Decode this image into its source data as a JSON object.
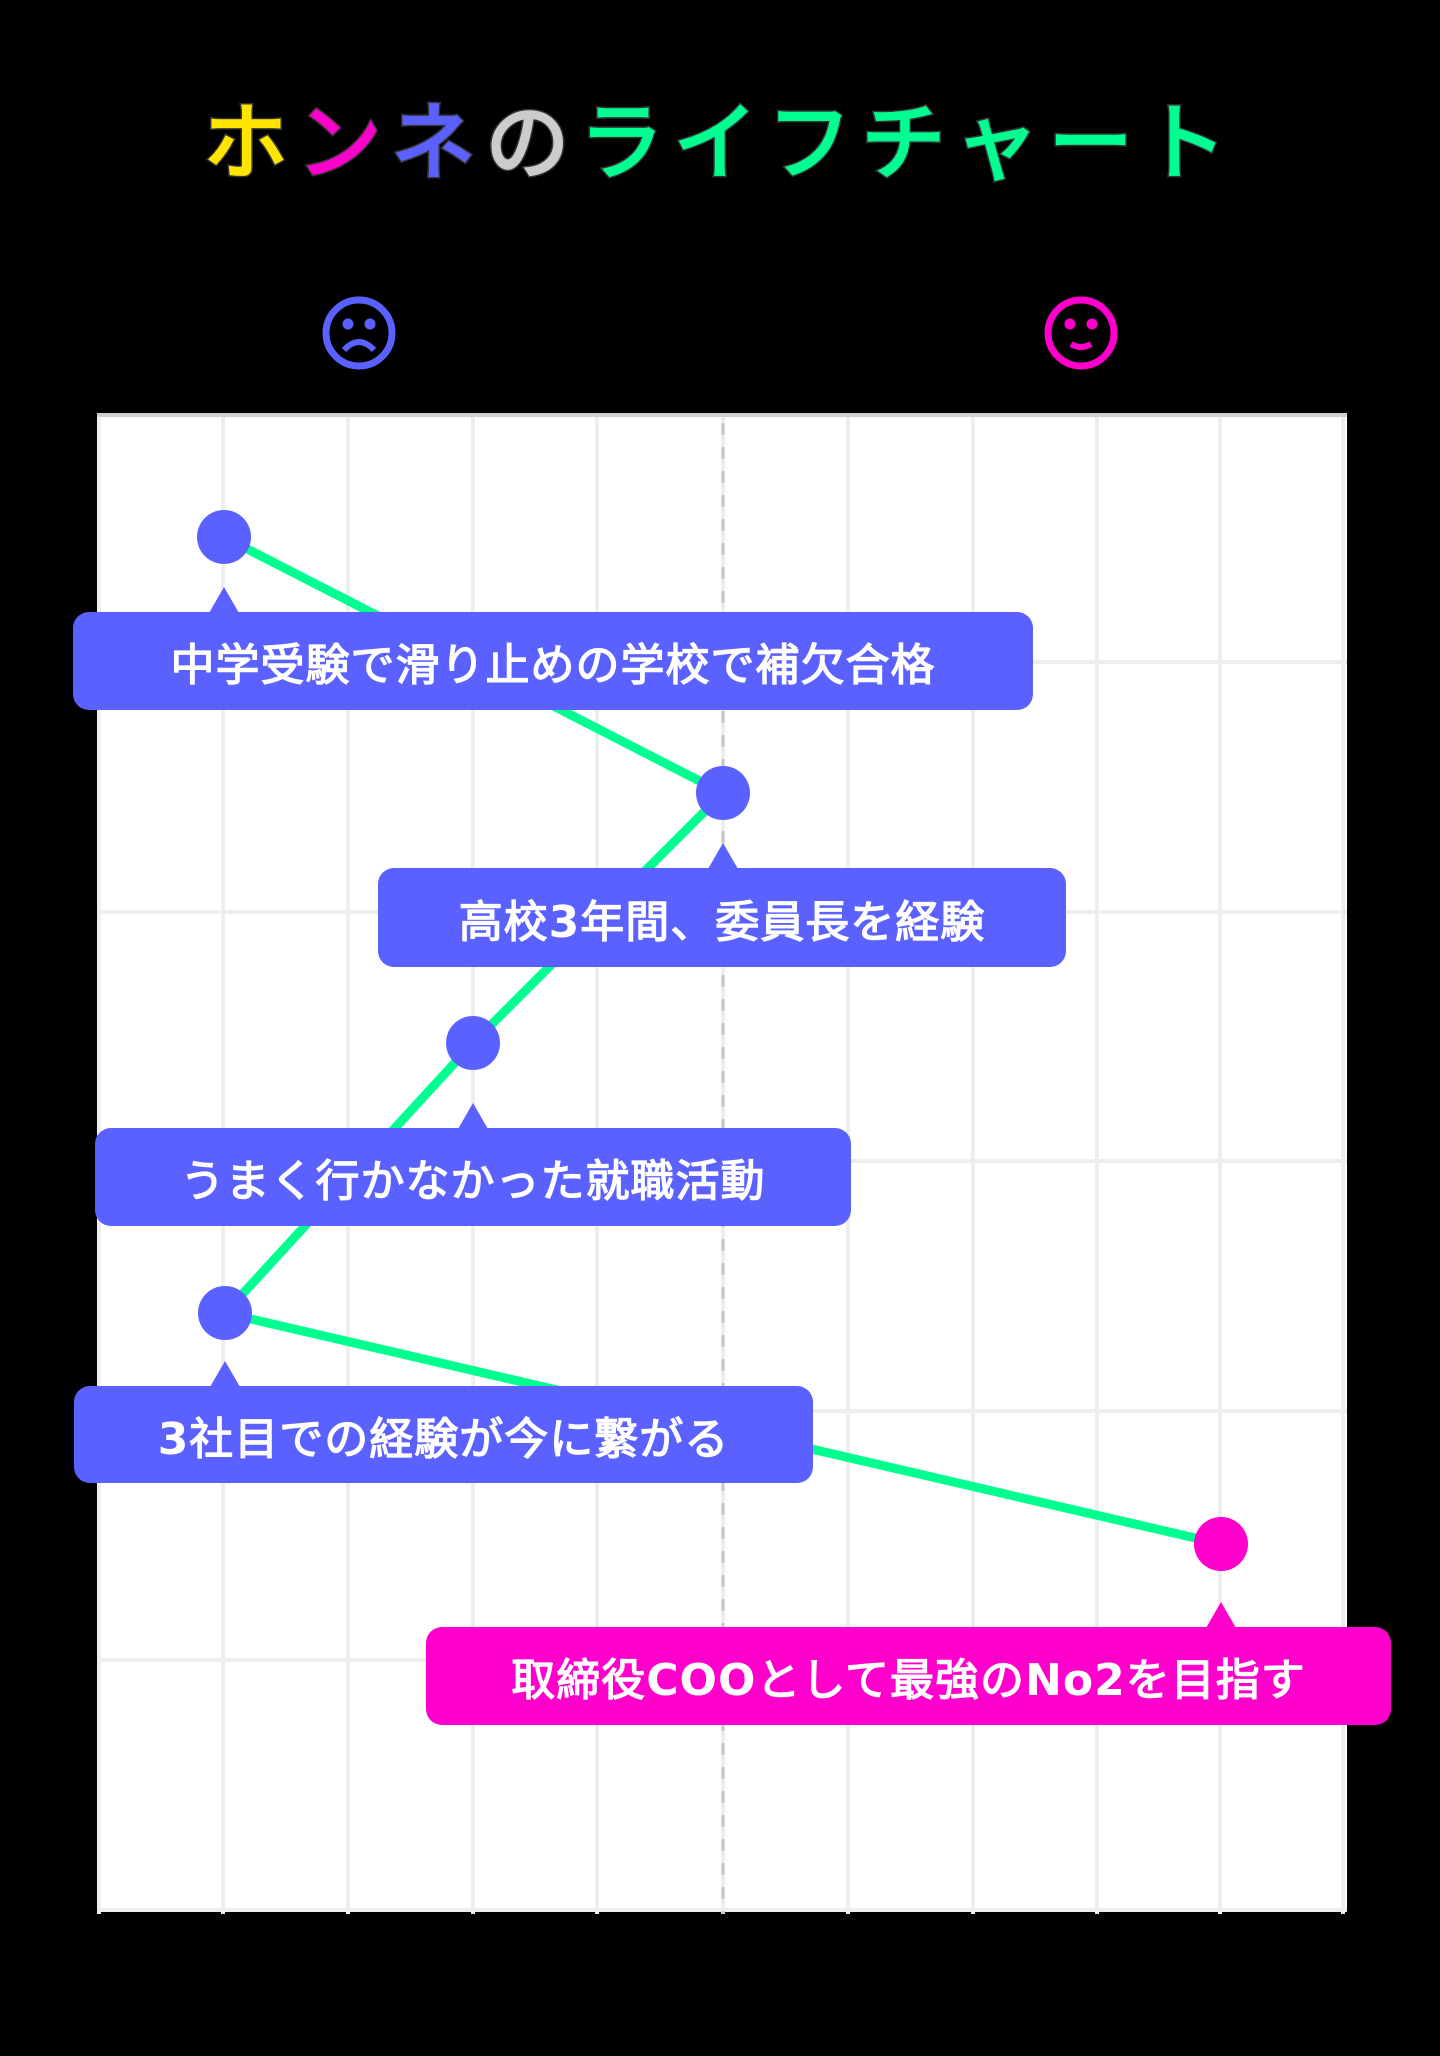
{
  "title": {
    "parts": [
      {
        "text": "ホ",
        "color": "#FFE500"
      },
      {
        "text": "ン",
        "color": "#FF00CC"
      },
      {
        "text": "ネ",
        "color": "#5B61FF"
      },
      {
        "text": "の",
        "color": "#CCCCCC"
      },
      {
        "text": "ライフチャート",
        "color": "#00FF90"
      }
    ]
  },
  "axis_icons": {
    "left": {
      "name": "sad-face-icon",
      "color": "#5B61FF"
    },
    "right": {
      "name": "happy-face-icon",
      "color": "#FF00CC"
    }
  },
  "colors": {
    "line": "#00FF90",
    "point_default": "#5B61FF",
    "point_highlight": "#FF00CC",
    "grid": "#EEEEEE",
    "center_line": "#C8C8C8",
    "background": "#000000",
    "plot_background": "#FFFFFF"
  },
  "events": [
    {
      "label": "中学受験で滑り止めの学校で補欠合格"
    },
    {
      "label": "高校3年間、委員長を経験"
    },
    {
      "label": "うまく行かなかった就職活動"
    },
    {
      "label": "3社目での経験が今に繋がる"
    },
    {
      "label": "取締役COOとして最強のNo2を目指す"
    }
  ],
  "chart_data": {
    "type": "line",
    "title": "ホンネのライフチャート",
    "orientation": "vertical-timeline",
    "xlabel": "",
    "ylabel": "",
    "x_axis": {
      "left_label": "sad-face",
      "right_label": "happy-face",
      "range": [
        0,
        10
      ],
      "center": 5,
      "grid_lines": [
        1,
        2,
        3,
        4,
        5,
        6,
        7,
        8,
        9
      ],
      "center_dashed": true
    },
    "y_axis": {
      "direction": "top-to-bottom (time)",
      "grid": true
    },
    "categories": [
      "中学受験で滑り止めの学校で補欠合格",
      "高校3年間、委員長を経験",
      "うまく行かなかった就職活動",
      "3社目での経験が今に繋がる",
      "取締役COOとして最強のNo2を目指す"
    ],
    "series": [
      {
        "name": "happiness",
        "values": [
          1,
          5,
          3,
          1,
          9
        ],
        "point_colors": [
          "#5B61FF",
          "#5B61FF",
          "#5B61FF",
          "#5B61FF",
          "#FF00CC"
        ]
      }
    ],
    "grid": true,
    "legend": "none"
  }
}
